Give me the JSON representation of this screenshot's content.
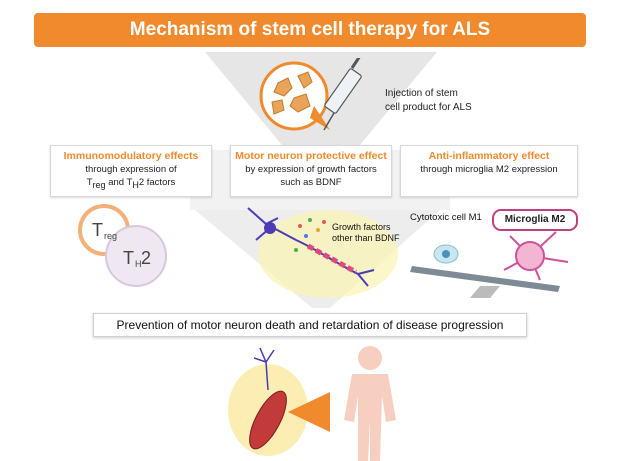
{
  "title": "Mechanism of stem cell therapy for ALS",
  "injection": {
    "line1": "Injection of stem",
    "line2": "cell product for ALS"
  },
  "effects": [
    {
      "heading": "Immunomodulatory effects",
      "line1": "through expression of",
      "line2_pre": "T",
      "line2_sub1": "reg",
      "line2_mid": " and T",
      "line2_sub2": "H",
      "line2_post": "2 factors"
    },
    {
      "heading": "Motor neuron protective effect",
      "line1": "by expression of growth factors",
      "line2": "such as BDNF"
    },
    {
      "heading": "Anti-inflammatory effect",
      "line1": "through microglia M2 expression"
    }
  ],
  "cells": {
    "treg_main": "T",
    "treg_sub": "reg",
    "th2_main": "T",
    "th2_sub": "H",
    "th2_post": "2"
  },
  "growth_factors": {
    "line1": "Growth factors",
    "line2": "other than BDNF"
  },
  "microglia": {
    "m1_label": "Cytotoxic cell M1",
    "m2_label": "Microglia M2"
  },
  "outcome": "Prevention of motor neuron death and retardation of disease progression",
  "colors": {
    "accent": "#f08a2c",
    "funnel": "#e6e6e6",
    "m2_border": "#c2407a",
    "treg_ring": "#f3b07a"
  }
}
